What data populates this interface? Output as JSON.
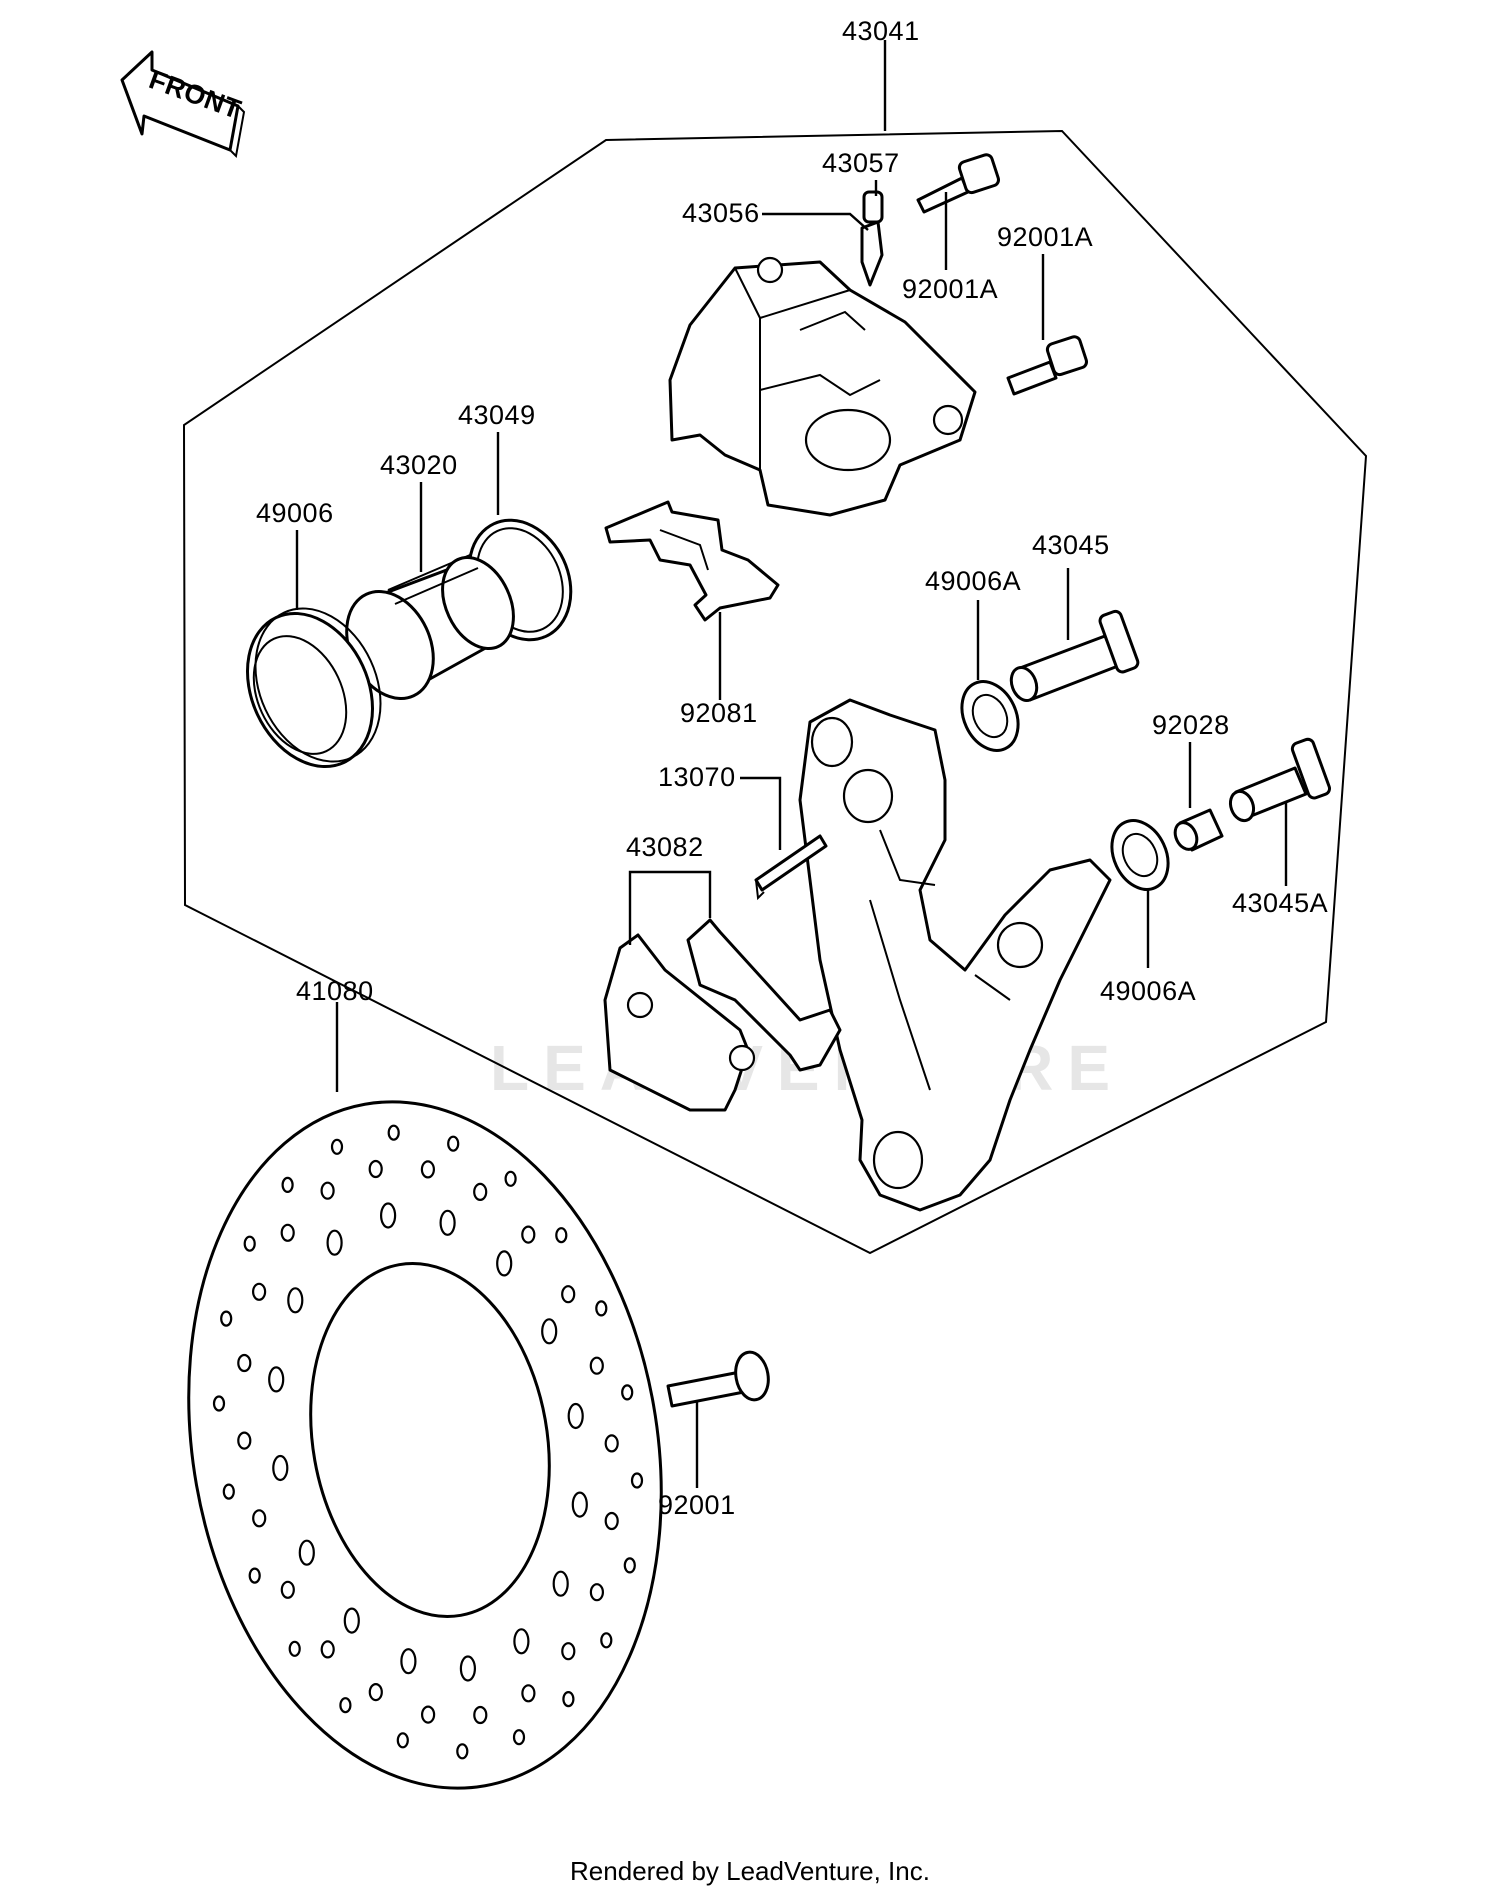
{
  "direction_label": "FRONT",
  "watermark": "LEADVENTURE",
  "footer": "Rendered by LeadVenture, Inc.",
  "parts": [
    {
      "id": "p43041",
      "number": "43041"
    },
    {
      "id": "p43057",
      "number": "43057"
    },
    {
      "id": "p43056",
      "number": "43056"
    },
    {
      "id": "p92001A_a",
      "number": "92001A"
    },
    {
      "id": "p92001A_b",
      "number": "92001A"
    },
    {
      "id": "p43049",
      "number": "43049"
    },
    {
      "id": "p43020",
      "number": "43020"
    },
    {
      "id": "p49006",
      "number": "49006"
    },
    {
      "id": "p43045",
      "number": "43045"
    },
    {
      "id": "p49006A_a",
      "number": "49006A"
    },
    {
      "id": "p92081",
      "number": "92081"
    },
    {
      "id": "p92028",
      "number": "92028"
    },
    {
      "id": "p13070",
      "number": "13070"
    },
    {
      "id": "p43082",
      "number": "43082"
    },
    {
      "id": "p43045A",
      "number": "43045A"
    },
    {
      "id": "p49006A_b",
      "number": "49006A"
    },
    {
      "id": "p41080",
      "number": "41080"
    },
    {
      "id": "p92001",
      "number": "92001"
    }
  ]
}
